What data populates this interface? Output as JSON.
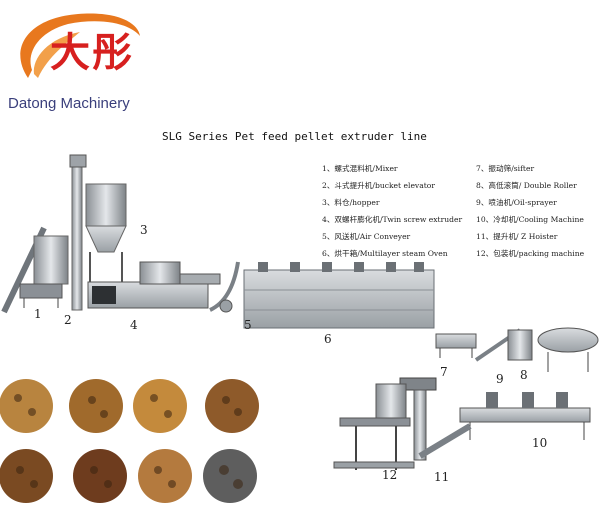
{
  "logo": {
    "chinese": "大彤",
    "english": "Datong Machinery",
    "colors": {
      "swoosh": "#e8781e",
      "text": "#d7201f",
      "english": "#3a3f7c"
    }
  },
  "title": "SLG Series Pet feed pellet extruder line",
  "legend": [
    "1、螺式混料机/Mixer",
    "2、斗式提升机/bucket elevator",
    "3、料仓/hopper",
    "4、双螺杆膨化机/Twin screw extruder",
    "5、风送机/Air Conveyer",
    "6、烘干箱/Multilayer steam Oven",
    "7、振动筛/sifter",
    "8、高低滚筒/ Double Roller",
    "9、喷油机/Oil-sprayer",
    "10、冷却机/Cooling Machine",
    "11、提升机/ Z Hoister",
    "12、包装机/packing machine"
  ],
  "machine_numbers": [
    "1",
    "2",
    "3",
    "4",
    "5",
    "6",
    "7",
    "8",
    "9",
    "10",
    "11",
    "12"
  ],
  "pellet_samples": [
    "kibble-brown-1",
    "kibble-brown-2",
    "kibble-round",
    "kibble-mixed",
    "kibble-dark",
    "kibble-multicolor",
    "kibble-bone",
    "kibble-gray"
  ]
}
